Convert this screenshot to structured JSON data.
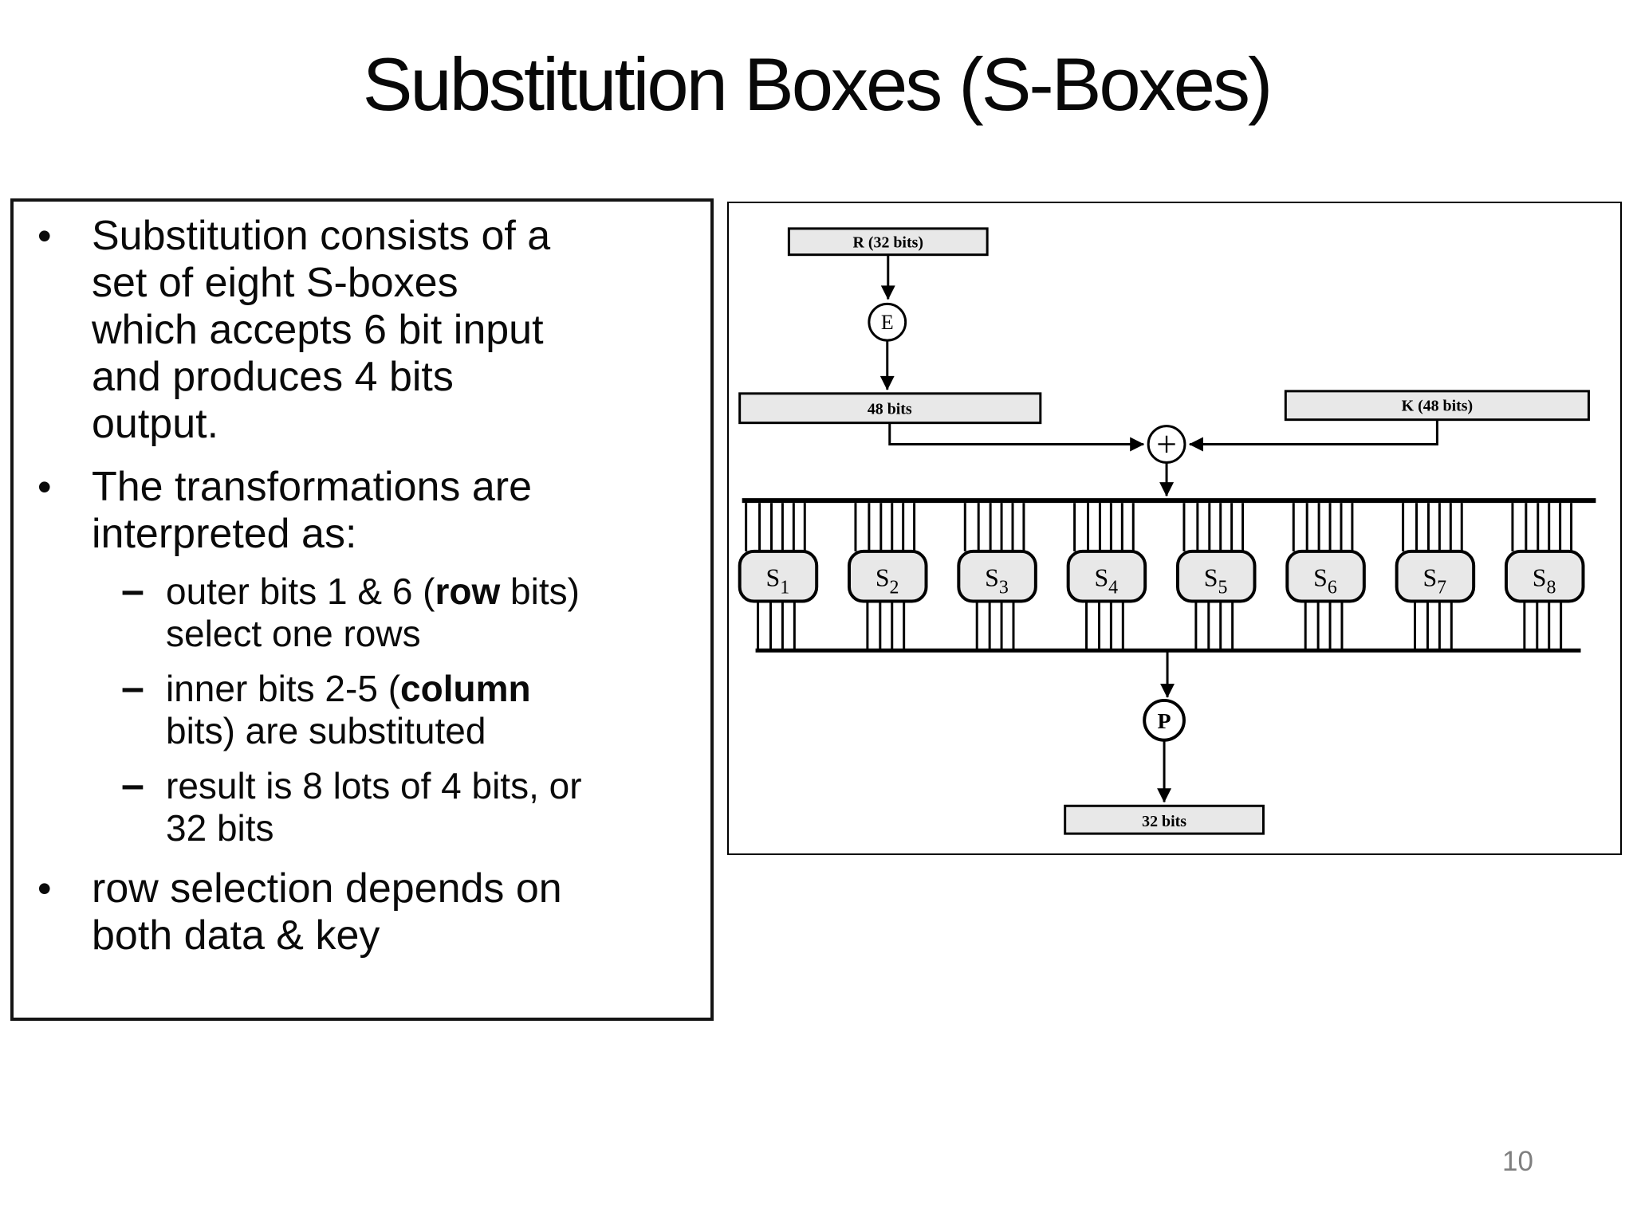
{
  "slide": {
    "title": "Substitution Boxes (S-Boxes)",
    "page_number": "10"
  },
  "markers": {
    "level1": "•",
    "level2": "–"
  },
  "bullets": [
    {
      "level": 1,
      "lines": [
        [
          {
            "t": "Substitution consists of a"
          }
        ],
        [
          {
            "t": "set of eight S-boxes"
          }
        ],
        [
          {
            "t": "which accepts 6 bit input"
          }
        ],
        [
          {
            "t": "and produces 4 bits"
          }
        ],
        [
          {
            "t": "output."
          }
        ]
      ]
    },
    {
      "level": 1,
      "lines": [
        [
          {
            "t": "The transformations are"
          }
        ],
        [
          {
            "t": "interpreted as:"
          }
        ]
      ]
    },
    {
      "level": 2,
      "lines": [
        [
          {
            "t": "outer bits 1 & 6 ("
          },
          {
            "t": "row",
            "b": true
          },
          {
            "t": " bits)"
          }
        ],
        [
          {
            "t": "select one rows"
          }
        ]
      ]
    },
    {
      "level": 2,
      "lines": [
        [
          {
            "t": "inner bits 2-5 ("
          },
          {
            "t": "column",
            "b": true
          }
        ],
        [
          {
            "t": "bits) are substituted"
          }
        ]
      ]
    },
    {
      "level": 2,
      "lines": [
        [
          {
            "t": "result is 8 lots of 4 bits, or"
          }
        ],
        [
          {
            "t": "32 bits"
          }
        ]
      ]
    },
    {
      "level": 1,
      "lines": [
        [
          {
            "t": "row selection depends on"
          }
        ],
        [
          {
            "t": "both data & key"
          }
        ]
      ]
    }
  ],
  "diagram": {
    "r_box": "R (32 bits)",
    "e_node": "E",
    "bits48_box": "48 bits",
    "k_box": "K (48 bits)",
    "xor_node": "+",
    "sboxes": [
      {
        "base": "S",
        "sub": "1"
      },
      {
        "base": "S",
        "sub": "2"
      },
      {
        "base": "S",
        "sub": "3"
      },
      {
        "base": "S",
        "sub": "4"
      },
      {
        "base": "S",
        "sub": "5"
      },
      {
        "base": "S",
        "sub": "6"
      },
      {
        "base": "S",
        "sub": "7"
      },
      {
        "base": "S",
        "sub": "8"
      }
    ],
    "p_node": "P",
    "bits32_box": "32 bits",
    "box_fill": "#e8e8e8",
    "line_color": "#000000"
  }
}
